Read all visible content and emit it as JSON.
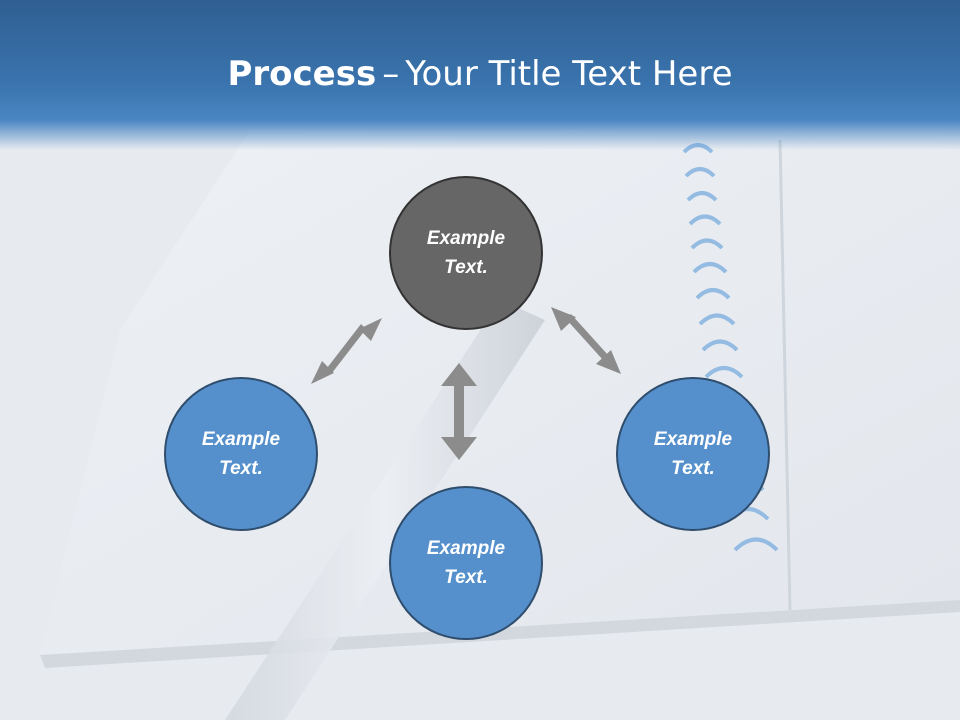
{
  "title": {
    "bold": "Process",
    "separator": "–",
    "rest": "Your Title Text Here"
  },
  "nodes": [
    {
      "id": "center",
      "line1": "Example",
      "line2": "Text.",
      "color": "#666666"
    },
    {
      "id": "left",
      "line1": "Example",
      "line2": "Text.",
      "color": "#5590cc"
    },
    {
      "id": "bottom",
      "line1": "Example",
      "line2": "Text.",
      "color": "#5590cc"
    },
    {
      "id": "right",
      "line1": "Example",
      "line2": "Text.",
      "color": "#5590cc"
    }
  ],
  "colors": {
    "header": "#3a73ad",
    "arrow": "#8c8c8c",
    "node_blue": "#5590cc",
    "node_dark": "#666666"
  }
}
